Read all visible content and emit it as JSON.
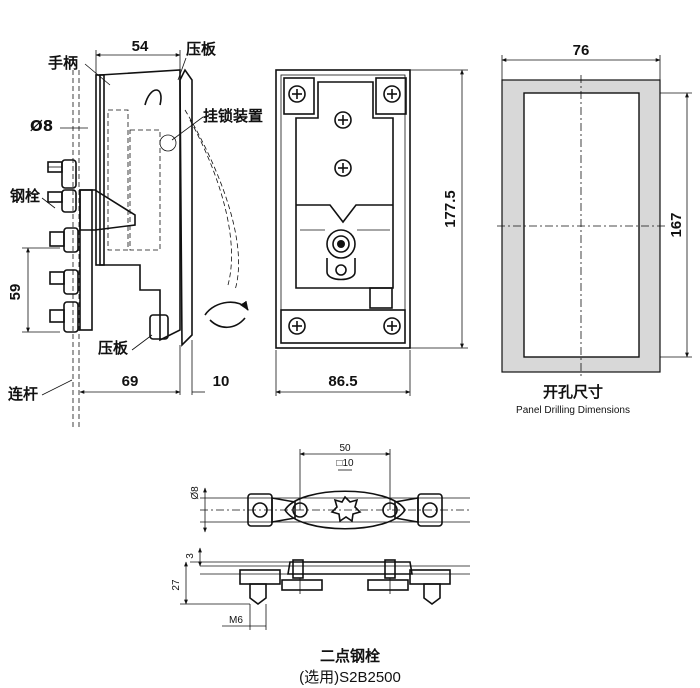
{
  "side_view": {
    "labels": {
      "handle": "手柄",
      "clamp_top": "压板",
      "padlock": "挂锁装置",
      "diameter": "Ø8",
      "steel_bolt": "钢栓",
      "clamp_bottom": "压板",
      "connecting_rod": "连杆"
    },
    "dims": {
      "width_top": "54",
      "height_59": "59",
      "depth_69": "69",
      "depth_10": "10"
    }
  },
  "front_view": {
    "dims": {
      "width": "86.5",
      "height": "177.5"
    }
  },
  "panel_cutout": {
    "dims": {
      "width": "76",
      "height": "167"
    },
    "title_cn": "开孔尺寸",
    "title_en": "Panel Drilling Dimensions"
  },
  "bolt_detail": {
    "dims": {
      "span": "50",
      "square": "□10",
      "diameter": "Ø8",
      "offset": "3",
      "height": "27",
      "thread": "M6"
    },
    "title": "二点钢栓",
    "subtitle": "(选用)S2B2500"
  }
}
